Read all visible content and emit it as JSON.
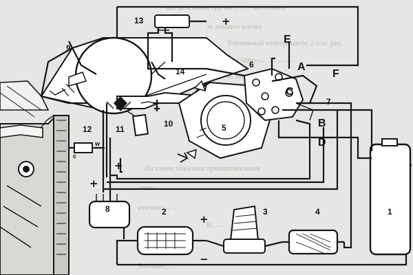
{
  "page_text": [
    "чке ие в канистру ии ... ..... мп.сокнсе",
    "зъ нанаете изгоге",
    "Топливный электронасос 2 (см. рис.",
    "ипа одно-... ...............",
    "н, мы рого ....",
    "насос.... ....",
    "На схеме показана принципиальная",
    "схема .... ... ...",
    "ительно ... ...",
    "В, ....",
    "Топливо ...."
  ],
  "components": [
    {
      "num": "1",
      "label": "1"
    },
    {
      "num": "2",
      "label": "2"
    },
    {
      "num": "3",
      "label": "3"
    },
    {
      "num": "4",
      "label": "4"
    },
    {
      "num": "5",
      "label": "5"
    },
    {
      "num": "6",
      "label": "6"
    },
    {
      "num": "7",
      "label": "7"
    },
    {
      "num": "8",
      "label": "8"
    },
    {
      "num": "9",
      "label": "9"
    },
    {
      "num": "10",
      "label": "10"
    },
    {
      "num": "11",
      "label": "11"
    },
    {
      "num": "12",
      "label": "12"
    },
    {
      "num": "13",
      "label": "13"
    },
    {
      "num": "14",
      "label": "14"
    }
  ],
  "port_letters": [
    "A",
    "B",
    "C",
    "D",
    "E",
    "F"
  ],
  "signs": {
    "plus": "+",
    "minus": "−"
  },
  "small_marks": {
    "w": "w",
    "c": "c"
  }
}
